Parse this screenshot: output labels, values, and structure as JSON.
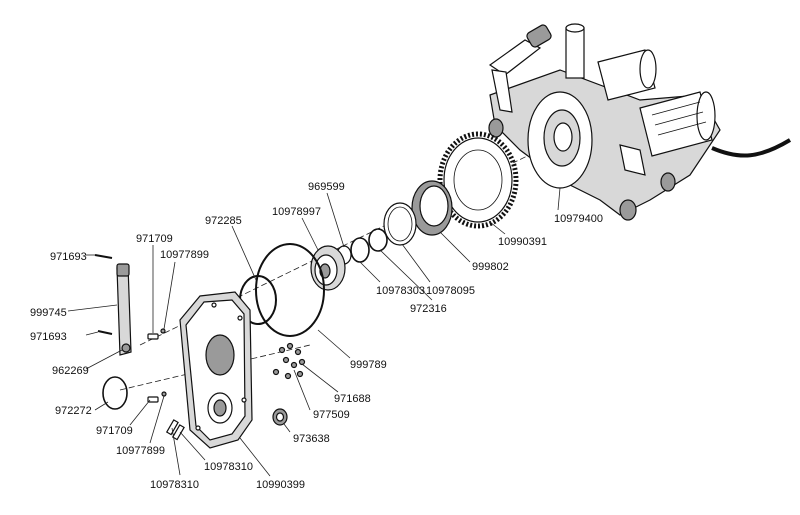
{
  "labels": {
    "p971693a": "971693",
    "p999745": "999745",
    "p971693b": "971693",
    "p962269": "962269",
    "p972272": "972272",
    "p971709a": "971709",
    "p10977899a": "10977899",
    "p971709b": "971709",
    "p10977899b": "10977899",
    "p10978310a": "10978310",
    "p10978310b": "10978310",
    "p10990399": "10990399",
    "p972285": "972285",
    "p10978997": "10978997",
    "p969599": "969599",
    "p10978303": "10978303",
    "p10978095": "10978095",
    "p972316": "972316",
    "p999802": "999802",
    "p10990391": "10990391",
    "p10979400": "10979400",
    "p999789": "999789",
    "p971688": "971688",
    "p977509": "977509",
    "p973638": "973638"
  }
}
